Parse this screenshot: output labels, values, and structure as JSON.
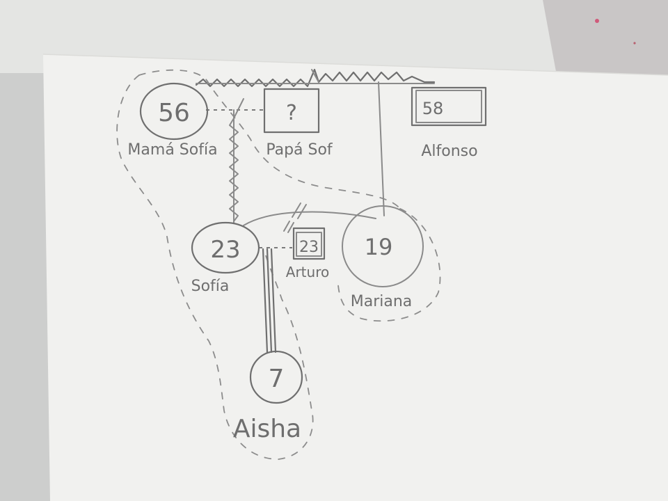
{
  "nodes": {
    "mama_sofia": {
      "age": "56",
      "name": "Mamá Sofía"
    },
    "papa_sof": {
      "age": "?",
      "name": "Papá Sof"
    },
    "alfonso": {
      "age": "58",
      "name": "Alfonso"
    },
    "sofia": {
      "age": "23",
      "name": "Sofía"
    },
    "arturo": {
      "age": "23",
      "name": "Arturo"
    },
    "mariana": {
      "age": "19",
      "name": "Mariana"
    },
    "aisha": {
      "age": "7",
      "name": "Aisha"
    }
  },
  "colors": {
    "paper": "#f2f2f0",
    "pencil": "#8a8a8a",
    "background": "#cfd0cf"
  }
}
